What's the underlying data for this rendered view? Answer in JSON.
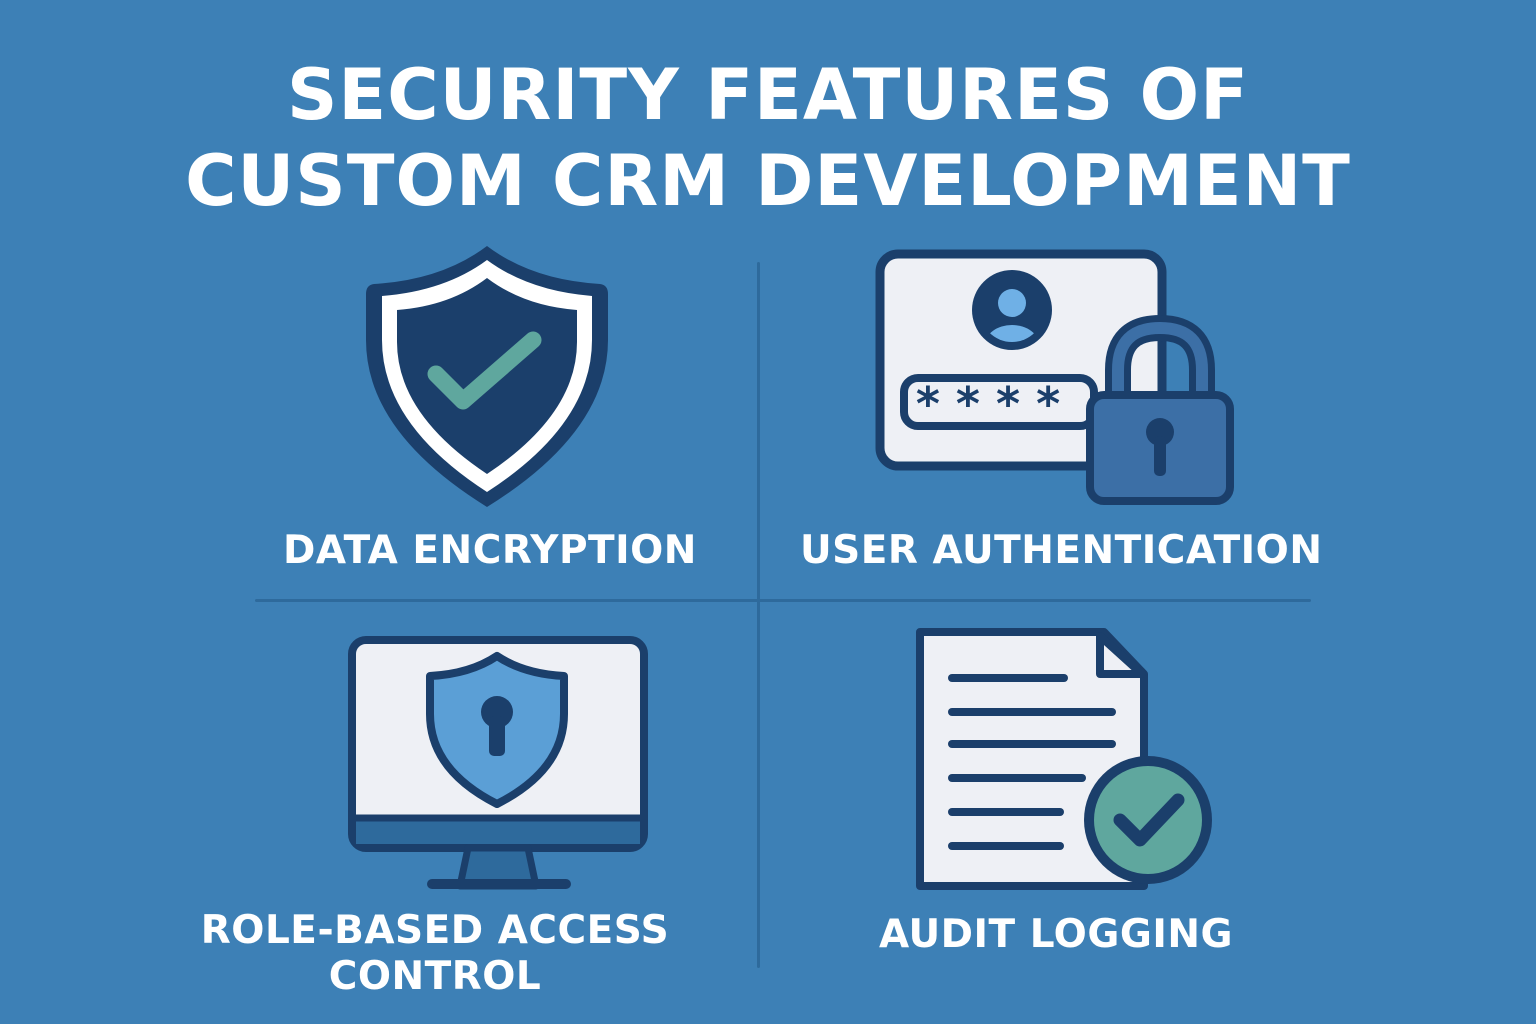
{
  "title": {
    "line1": "SECURITY FEATURES OF",
    "line2": "CUSTOM CRM DEVELOPMENT"
  },
  "features": [
    {
      "label": "DATA ENCRYPTION",
      "icon": "shield-check-icon"
    },
    {
      "label": "USER AUTHENTICATION",
      "icon": "login-card-padlock-icon",
      "password_mask": "* * * *"
    },
    {
      "label_line1": "ROLE-BASED ACCESS",
      "label_line2": "CONTROL",
      "icon": "monitor-shield-keyhole-icon"
    },
    {
      "label": "AUDIT LOGGING",
      "icon": "document-check-icon"
    }
  ],
  "colors": {
    "background": "#3d80b6",
    "navy": "#1b3f6b",
    "divider": "#2e6a9c",
    "light_panel": "#eef0f5",
    "teal_check": "#5fa79e",
    "light_blue": "#5b9fd6",
    "mid_blue": "#3c6fa6"
  }
}
